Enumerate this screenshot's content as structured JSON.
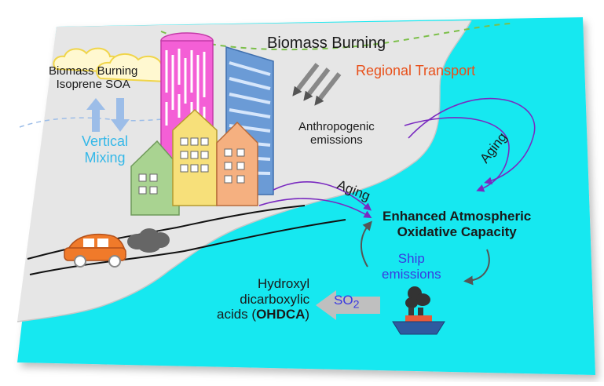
{
  "labels": {
    "biomass_burning_isoprene_soa": [
      "Biomass Burning",
      "Isoprene SOA"
    ],
    "biomass_burning": "Biomass Burning",
    "regional_transport": "Regional Transport",
    "vertical_mixing": [
      "Vertical",
      "Mixing"
    ],
    "anthropogenic_emissions": [
      "Anthropogenic",
      "emissions"
    ],
    "aging_left": "Aging",
    "aging_right": "Aging",
    "enhanced_capacity": [
      "Enhanced Atmospheric",
      "Oxidative Capacity"
    ],
    "ship_emissions": [
      "Ship",
      "emissions"
    ],
    "ohdca_line1": "Hydroxyl",
    "ohdca_line2": "dicarboxylic",
    "ohdca_line3_prefix": "acids (",
    "ohdca_abbrev": "OHDCA",
    "ohdca_line3_suffix": ")",
    "so2_main": "SO",
    "so2_sub": "2"
  },
  "colors": {
    "sea": "#19e8f0",
    "land": "#e6e6e6",
    "land_edge": "#c8c8c8",
    "pink_tower": "#f45fd6",
    "blue_tower": "#6b9bd6",
    "green_building": "#a9d391",
    "yellow_building": "#f7e07a",
    "orange_building": "#f5b080",
    "car": "#f07a2a",
    "arrow_purple": "#7a2ac0",
    "transport_dashed": "#7cbf4a",
    "mixing_arrows": "#9cbde8",
    "so2_arrow": "#bfbfbf",
    "regional_text": "#e8501a",
    "vertical_text": "#35b8e8",
    "ship_text": "#3a3ae0"
  },
  "icons": [
    "cloud-icon",
    "skyscraper-icon",
    "building-icon",
    "car-icon",
    "smoke-icon",
    "ship-icon",
    "arrow-icon"
  ]
}
